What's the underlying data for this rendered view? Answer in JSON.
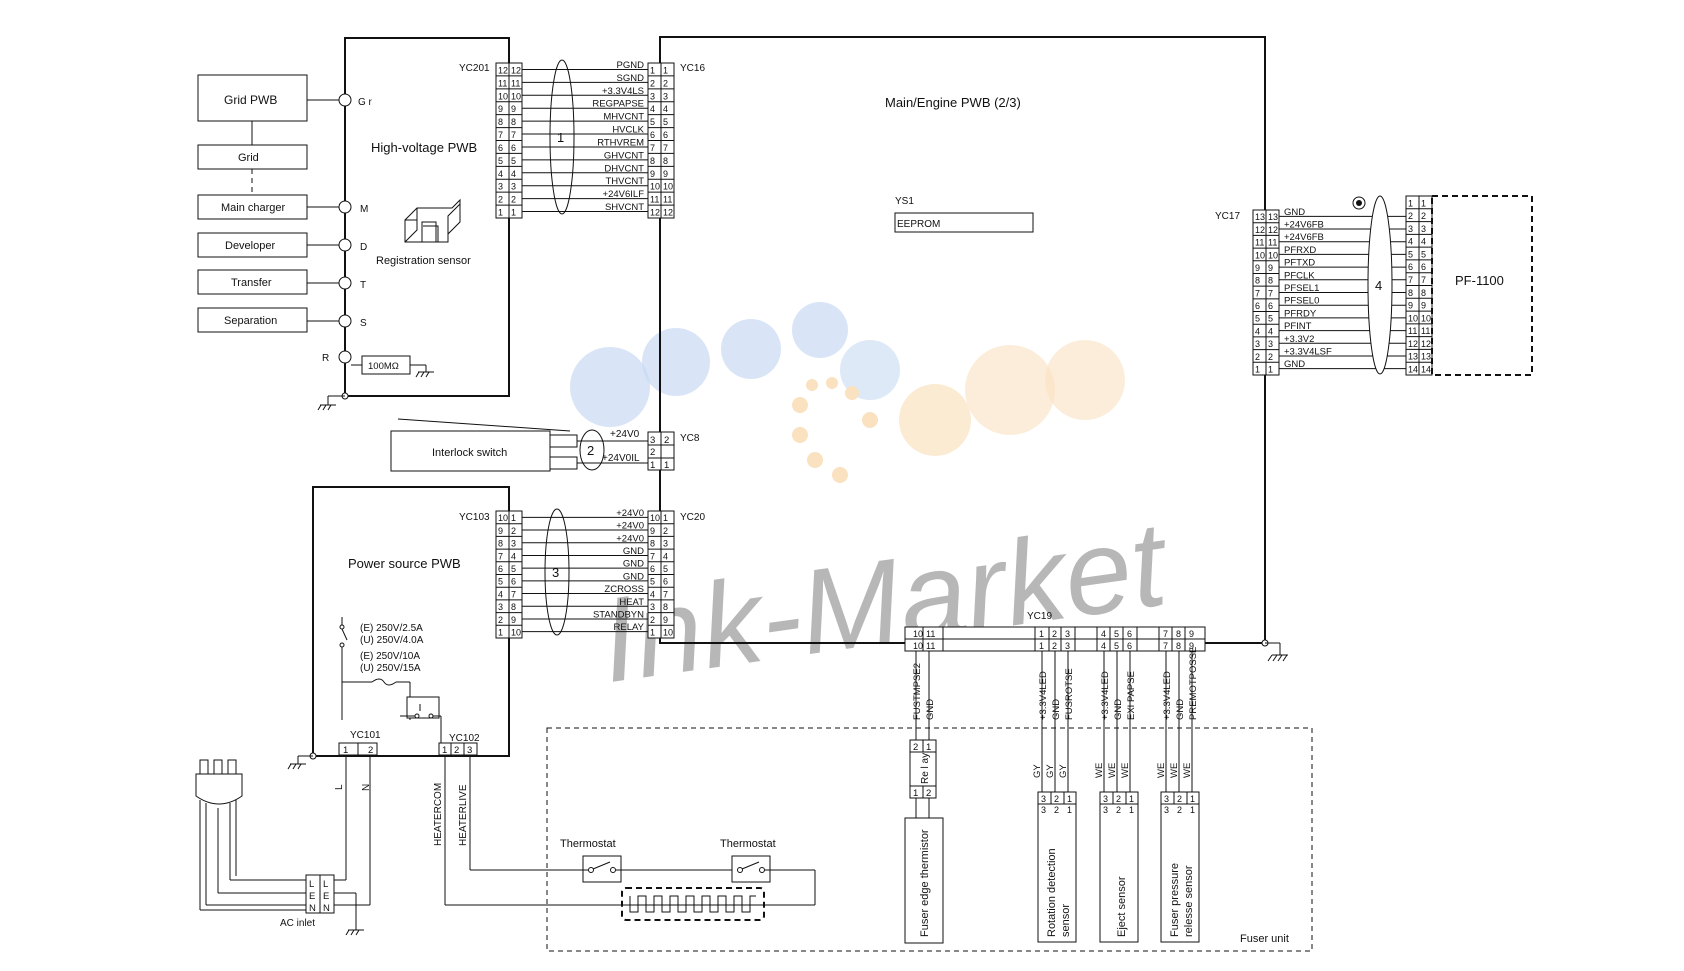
{
  "main_board": {
    "title": "Main/Engine PWB (2/3)",
    "ys1": "YS1",
    "eeprom": "EEPROM"
  },
  "hv": {
    "title": "High-voltage PWB",
    "reg_sensor": "Registration sensor",
    "grid_pwb": "Grid PWB",
    "grid": "Grid",
    "main_charger": "Main charger",
    "developer": "Developer",
    "transfer": "Transfer",
    "separation": "Separation",
    "resistor": "100MΩ",
    "taps": [
      "G r",
      "M",
      "D",
      "T",
      "S",
      "R"
    ]
  },
  "yc201": {
    "name": "YC201",
    "pins": [
      "12",
      "11",
      "10",
      "9",
      "8",
      "7",
      "6",
      "5",
      "4",
      "3",
      "2",
      "1"
    ]
  },
  "yc16": {
    "name": "YC16",
    "pins": [
      "1",
      "2",
      "3",
      "4",
      "5",
      "6",
      "7",
      "8",
      "9",
      "10",
      "11",
      "12"
    ],
    "signals": [
      "PGND",
      "SGND",
      "+3.3V4LS",
      "REGPAPSE",
      "MHVCNT",
      "HVCLK",
      "RTHVREM",
      "GHVCNT",
      "DHVCNT",
      "THVCNT",
      "+24V6ILF",
      "SHVCNT"
    ]
  },
  "harness": {
    "h1": "1",
    "h2": "2",
    "h3": "3",
    "h4": "4"
  },
  "yc8": {
    "name": "YC8",
    "pins": [
      "3",
      "2",
      "1"
    ],
    "inner": [
      "2",
      "",
      "1"
    ],
    "signals": [
      "+24V0",
      "+24V0IL"
    ]
  },
  "interlock": {
    "label": "Interlock switch"
  },
  "yc103": {
    "name": "YC103",
    "pins_outer": [
      "10",
      "9",
      "8",
      "7",
      "6",
      "5",
      "4",
      "3",
      "2",
      "1"
    ],
    "pins_inner": [
      "1",
      "2",
      "3",
      "4",
      "5",
      "6",
      "7",
      "8",
      "9",
      "10"
    ]
  },
  "yc20": {
    "name": "YC20",
    "pins_left": [
      "10",
      "9",
      "8",
      "7",
      "6",
      "5",
      "4",
      "3",
      "2",
      "1"
    ],
    "pins_right": [
      "1",
      "2",
      "3",
      "4",
      "5",
      "6",
      "7",
      "8",
      "9",
      "10"
    ],
    "signals": [
      "+24V0",
      "+24V0",
      "+24V0",
      "GND",
      "GND",
      "GND",
      "ZCROSS",
      "HEAT",
      "STANDBYN",
      "RELAY"
    ]
  },
  "psu": {
    "title": "Power source PWB",
    "fuse1": "(E) 250V/2.5A",
    "fuse2": "(U) 250V/4.0A",
    "fuse3": "(E) 250V/10A",
    "fuse4": "(U) 250V/15A",
    "yc101": "YC101",
    "yc102": "YC102",
    "yc101_pins": [
      "1",
      "2"
    ],
    "yc102_pins": [
      "1",
      "2",
      "3"
    ],
    "wire_l": "L",
    "wire_n": "N",
    "heatercom": "HEATERCOM",
    "heaterlive": "HEATERLIVE",
    "ac_inlet": "AC inlet",
    "inlet_left": [
      "L",
      "E",
      "N"
    ],
    "inlet_right": [
      "L",
      "E",
      "N"
    ]
  },
  "yc17": {
    "name": "YC17",
    "pins_left": [
      "13",
      "12",
      "11",
      "10",
      "9",
      "8",
      "7",
      "6",
      "5",
      "4",
      "3",
      "2",
      "1"
    ],
    "pins_right": [
      "13",
      "12",
      "11",
      "10",
      "9",
      "8",
      "7",
      "6",
      "5",
      "4",
      "3",
      "2",
      "1"
    ],
    "signals": [
      "GND",
      "+24V6FB",
      "+24V6FB",
      "PFRXD",
      "PFTXD",
      "PFCLK",
      "PFSEL1",
      "PFSEL0",
      "PFRDY",
      "PFINT",
      "+3.3V2",
      "+3.3V4LSF",
      "GND"
    ]
  },
  "pf": {
    "name": "PF-1100",
    "pins": [
      "1",
      "2",
      "3",
      "4",
      "5",
      "6",
      "7",
      "8",
      "9",
      "10",
      "11",
      "12",
      "13",
      "14"
    ]
  },
  "yc19": {
    "name": "YC19",
    "groupA": {
      "top": [
        "10",
        "11"
      ],
      "bot": [
        "10",
        "11"
      ],
      "signals": [
        "FUSTMPSE2",
        "GND"
      ]
    },
    "groupB": {
      "top": [
        "1",
        "2",
        "3"
      ],
      "bot": [
        "1",
        "2",
        "3"
      ],
      "signals": [
        "+3.3V4LED",
        "GND",
        "FUSROTSE"
      ],
      "colors": [
        "GY",
        "GY",
        "GY"
      ]
    },
    "groupC": {
      "top": [
        "4",
        "5",
        "6"
      ],
      "bot": [
        "4",
        "5",
        "6"
      ],
      "signals": [
        "+3.3V4LED",
        "GND",
        "EXI PAPSE"
      ],
      "colors": [
        "WE",
        "WE",
        "WE"
      ]
    },
    "groupD": {
      "top": [
        "7",
        "8",
        "9"
      ],
      "bot": [
        "7",
        "8",
        "9"
      ],
      "signals": [
        "+3.3V4LED",
        "GND",
        "PREMOTPOSSE"
      ],
      "colors": [
        "WE",
        "WE",
        "WE"
      ]
    }
  },
  "fuser": {
    "unit": "Fuser unit",
    "thermostat1": "Thermostat",
    "thermostat2": "Thermostat",
    "relay": "Re l ay",
    "relay_pins": [
      "2",
      "1"
    ],
    "relay_pins2": [
      "1",
      "2"
    ],
    "edge_thermistor": "Fuser edge thermistor",
    "rotation_sensor_1": "Rotation detection",
    "rotation_sensor_2": "sensor",
    "eject_sensor": "Eject sensor",
    "pressure_sensor_1": "Fuser pressure",
    "pressure_sensor_2": "relesse sensor",
    "sensor_pins": [
      "3",
      "2",
      "1"
    ]
  },
  "watermark": "Ink-Market",
  "colors": {
    "line": "#111111",
    "wm_blue": "#9bbbe8",
    "wm_orange": "#f6c98d",
    "wm_red": "#d98a86"
  }
}
